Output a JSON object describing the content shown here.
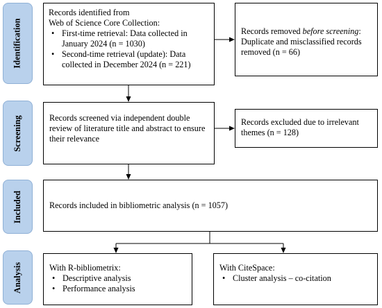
{
  "stages": {
    "identification": "Identification",
    "screening": "Screening",
    "included": "Included",
    "analysis": "Analysis"
  },
  "identified": {
    "line1": "Records identified from",
    "line2": "Web of Science Core Collection:",
    "bullets": [
      "First-time retrieval: Data collected in January 2024 (n = 1030)",
      "Second-time retrieval (update): Data collected in December 2024 (n = 221)"
    ]
  },
  "removed": {
    "prefix": "Records removed ",
    "emphasis": "before screening",
    "suffix": ":",
    "body": "Duplicate and misclassified records removed (n = 66)"
  },
  "screened": {
    "text": "Records screened via independent double review of literature title and abstract to ensure their relevance"
  },
  "excluded": {
    "text": "Records excluded due to irrelevant themes (n = 128)"
  },
  "included": {
    "text": "Records included in bibliometric analysis (n = 1057)"
  },
  "bibliometrix": {
    "title": "With R-bibliometrix:",
    "bullets": [
      "Descriptive analysis",
      "Performance analysis"
    ]
  },
  "citespace": {
    "title": "With CiteSpace:",
    "bullets": [
      "Cluster analysis – co-citation"
    ]
  }
}
